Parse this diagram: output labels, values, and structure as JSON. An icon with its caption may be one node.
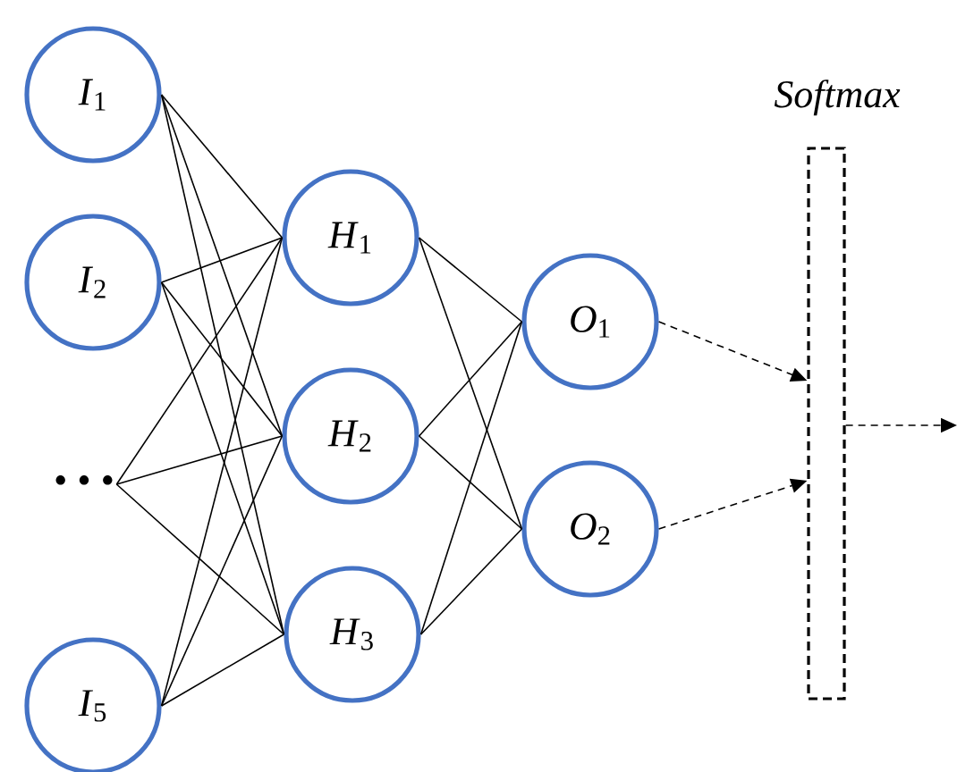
{
  "diagram": {
    "nodes": [
      {
        "text": [
          "*I*$_{1}$"
        ]
      },
      {
        "text": [
          "*I*$_{2}$"
        ]
      },
      {
        "text": [
          "• • •"
        ]
      },
      {
        "text": [
          "*I*$_{5}$"
        ]
      },
      {
        "text": [
          "*H*$_{1}$"
        ]
      },
      {
        "text": [
          "*H*$_{2}$"
        ]
      },
      {
        "text": [
          "*H*$_{3}$"
        ]
      },
      {
        "text": [
          "*O*$_{1}$"
        ]
      },
      {
        "text": [
          "*O*$_{2}$"
        ]
      },
      {
        "text": [
          "Softmax"
        ]
      }
    ],
    "edges": [
      {
        "from": 0,
        "to": 4,
        "arrow": "none"
      },
      {
        "from": 0,
        "to": 5,
        "arrow": "none"
      },
      {
        "from": 0,
        "to": 6,
        "arrow": "none"
      },
      {
        "from": 1,
        "to": 4,
        "arrow": "none"
      },
      {
        "from": 1,
        "to": 5,
        "arrow": "none"
      },
      {
        "from": 1,
        "to": 6,
        "arrow": "none"
      },
      {
        "from": 2,
        "to": 4,
        "arrow": "none"
      },
      {
        "from": 2,
        "to": 5,
        "arrow": "none"
      },
      {
        "from": 2,
        "to": 6,
        "arrow": "none"
      },
      {
        "from": 3,
        "to": 4,
        "arrow": "none"
      },
      {
        "from": 3,
        "to": 5,
        "arrow": "none"
      },
      {
        "from": 3,
        "to": 6,
        "arrow": "none"
      },
      {
        "from": 4,
        "to": 7,
        "arrow": "none"
      },
      {
        "from": 4,
        "to": 8,
        "arrow": "none"
      },
      {
        "from": 5,
        "to": 7,
        "arrow": "none"
      },
      {
        "from": 5,
        "to": 8,
        "arrow": "none"
      },
      {
        "from": 6,
        "to": 7,
        "arrow": "none"
      },
      {
        "from": 6,
        "to": 8,
        "arrow": "none"
      },
      {
        "from": 7,
        "to": 9,
        "arrow": "to",
        "style": "dashed"
      },
      {
        "from": 8,
        "to": 9,
        "arrow": "to",
        "style": "dashed"
      },
      {
        "from": 9,
        "to": null,
        "arrow": "to",
        "style": "dashed"
      }
    ]
  }
}
